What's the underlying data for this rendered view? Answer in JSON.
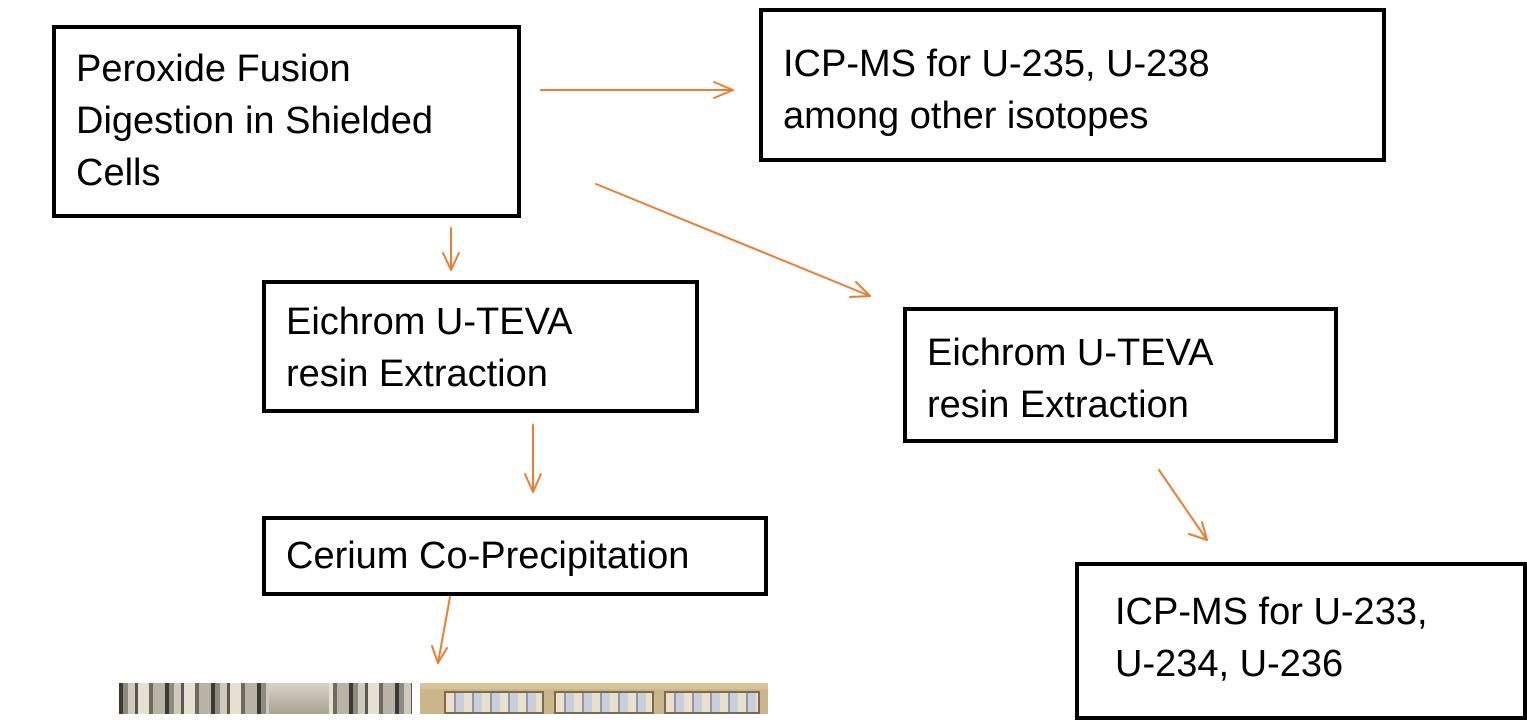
{
  "boxes": {
    "peroxide": {
      "line1": "Peroxide Fusion",
      "line2": "Digestion in Shielded",
      "line3": "Cells"
    },
    "icp_top": {
      "line1": "ICP-MS for U-235, U-238",
      "line2": "among other isotopes"
    },
    "eichrom_left": {
      "line1": "Eichrom U-TEVA",
      "line2": "resin Extraction"
    },
    "eichrom_right": {
      "line1": "Eichrom U-TEVA",
      "line2": "resin Extraction"
    },
    "cerium": {
      "line1": "Cerium Co-Precipitation"
    },
    "icp_bottom": {
      "line1": "ICP-MS for U-233,",
      "line2": "U-234, U-236"
    }
  },
  "colors": {
    "arrow": "#ED7D31",
    "box_border": "#000000",
    "text": "#000000"
  },
  "photos": [
    {
      "name": "lab-photo-left"
    },
    {
      "name": "lab-photo-right"
    }
  ]
}
